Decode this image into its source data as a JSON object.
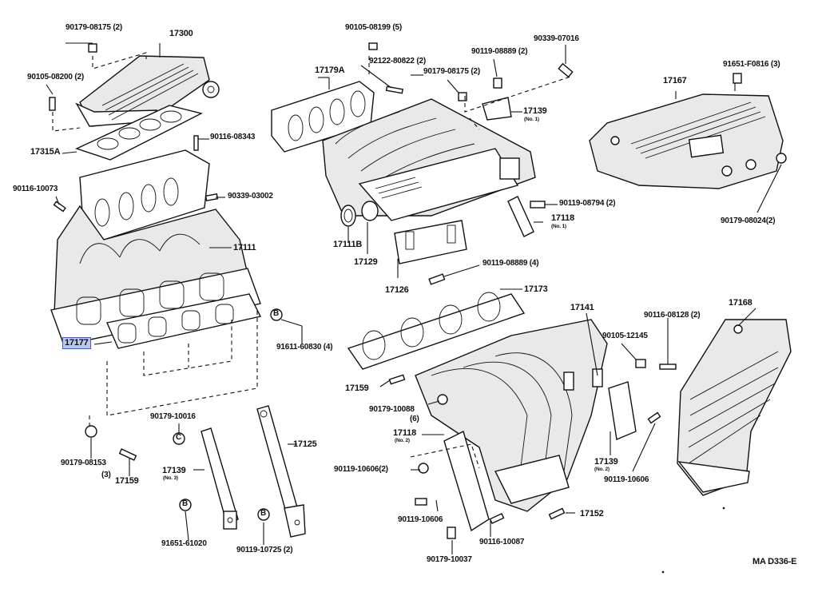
{
  "labels": {
    "p90179_08175_2_tl": "90179-08175 (2)",
    "p17300": "17300",
    "p90105_08200_2": "90105-08200 (2)",
    "p90116_08343": "90116-08343",
    "p17315A": "17315A",
    "p90116_10073": "90116-10073",
    "p90339_03002": "90339-03002",
    "p17111": "17111",
    "p17177": "17177",
    "p91611_60830": "91611-60830 (4)",
    "p90105_08199": "90105-08199 (5)",
    "p17179A": "17179A",
    "p92122_80822": "92122-80822 (2)",
    "p90179_08175_2_mid": "90179-08175 (2)",
    "p90119_08889_2": "90119-08889 (2)",
    "p90339_07016": "90339-07016",
    "p17139_no1": "17139",
    "p17139_no1_sub": "(No. 1)",
    "p90119_08794": "90119-08794 (2)",
    "p17118_no1": "17118",
    "p17118_no1_sub": "(No. 1)",
    "p17111B": "17111B",
    "p17129": "17129",
    "p90119_08889_4": "90119-08889 (4)",
    "p17126": "17126",
    "p17173": "17173",
    "p91651_F0816": "91651-F0816 (3)",
    "p17167": "17167",
    "p90179_08024": "90179-08024(2)",
    "p17141": "17141",
    "p90116_08128": "90116-08128 (2)",
    "p17168": "17168",
    "p90105_12145": "90105-12145",
    "p17159_mid": "17159",
    "p90179_10088": "90179-10088",
    "p90179_10088_qty": "(6)",
    "p17118_no2": "17118",
    "p17118_no2_sub": "(No. 2)",
    "p90119_10606_2": "90119-10606(2)",
    "p17139_no2": "17139",
    "p17139_no2_sub": "(No. 2)",
    "p90119_10606": "90119-10606",
    "p90119_10606_b": "90119-10606",
    "p17152": "17152",
    "p90116_10087": "90116-10087",
    "p90179_10037": "90179-10037",
    "p90179_10016": "90179-10016",
    "p17125": "17125",
    "p90179_08153": "90179-08153",
    "p90179_08153_qty": "(3)",
    "p17159_bl": "17159",
    "p17139_no3": "17139",
    "p17139_no3_sub": "(No. 3)",
    "p91651_61020": "91651-61020",
    "p90119_10725": "90119-10725 (2)",
    "ref_B": "B",
    "ref_C": "C",
    "diagram_code": "MA D336-E"
  },
  "highlighted_part": "17177",
  "colors": {
    "highlight_fill": "#b9c7ee",
    "highlight_border": "#4a5fb0",
    "ink": "#111111"
  }
}
